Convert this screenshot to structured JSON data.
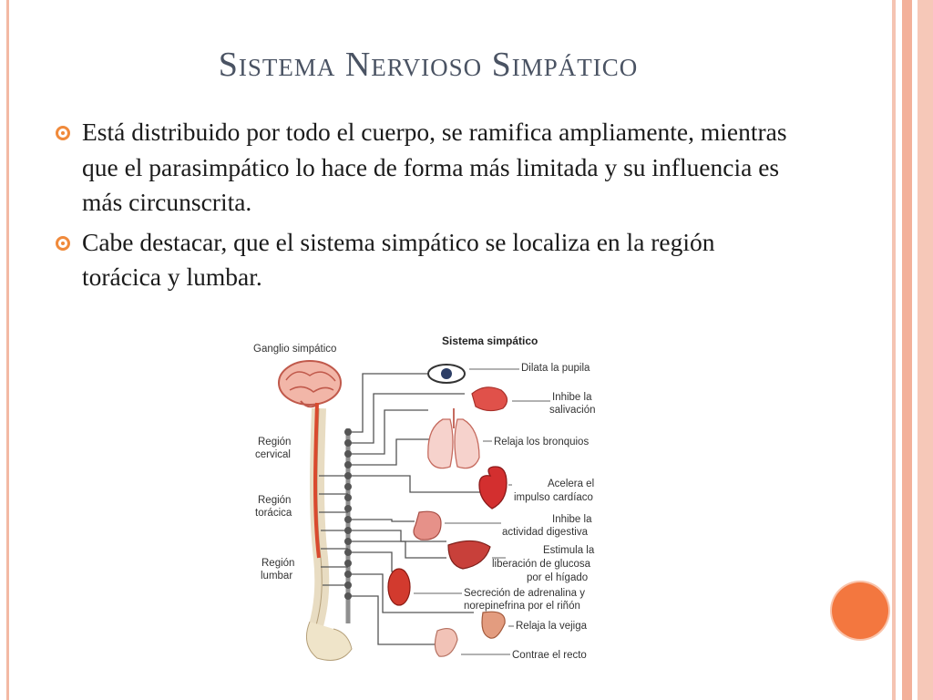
{
  "slide": {
    "title": "Sistema Nervioso Simpático",
    "bullets": [
      "Está distribuido por todo el cuerpo, se ramifica ampliamente, mientras que el parasimpático lo hace de forma más limitada y su influencia es más circunscrita.",
      "Cabe destacar, que el sistema simpático se localiza en la región torácica y lumbar."
    ],
    "colors": {
      "accent": "#f08a3b",
      "title": "#4a5363",
      "frame": "#f3b19a"
    }
  },
  "diagram": {
    "title": "Sistema simpático",
    "ganglion_label": "Ganglio simpático",
    "regions": {
      "cervical": [
        "Región",
        "cervical"
      ],
      "thoracic": [
        "Región",
        "torácica"
      ],
      "lumbar": [
        "Región",
        "lumbar"
      ]
    },
    "effects": {
      "pupil": [
        "Dilata la pupila"
      ],
      "salivation": [
        "Inhibe la",
        "salivación"
      ],
      "bronchi": [
        "Relaja los bronquios"
      ],
      "heart": [
        "Acelera el",
        "impulso cardíaco"
      ],
      "digestion": [
        "Inhibe la",
        "actividad digestiva"
      ],
      "glucose": [
        "Estimula la",
        "liberación de glucosa",
        "por el hígado"
      ],
      "kidney": [
        "Secreción de adrenalina y",
        "norepinefrina por el riñón"
      ],
      "bladder": [
        "Relaja la vejiga"
      ],
      "rectum": [
        "Contrae el recto"
      ]
    }
  }
}
